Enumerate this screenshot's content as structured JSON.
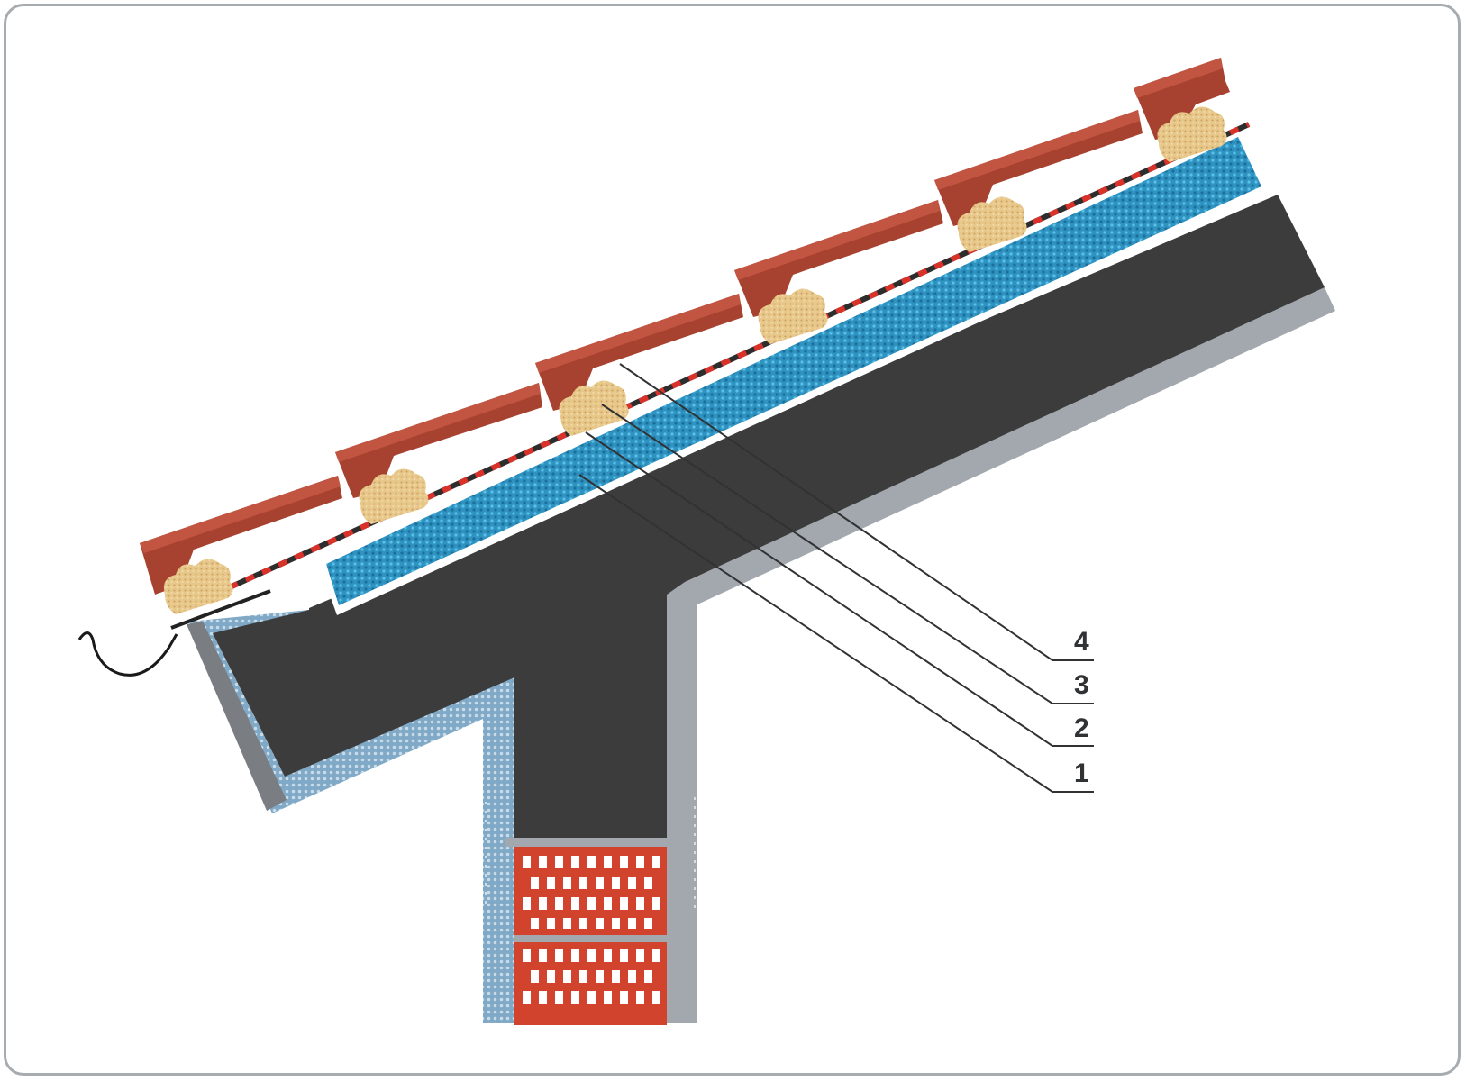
{
  "colors": {
    "frame": "#a7acb1",
    "tile": "#a84230",
    "tile_dark": "#8a3324",
    "batten": "#e9c98d",
    "membrane_red": "#d8322b",
    "membrane_dark": "#2d2d2d",
    "insulation": "#2f93c2",
    "core": "#3c3c3c",
    "plaster": "#a2a8ae",
    "plaster_dotted": "#6fa0c0",
    "brick": "#d2432e",
    "leader": "#303234"
  },
  "icons": {
    "gutter": "hook-gutter-icon",
    "tiles": "roof-tile-row",
    "bricks": "brick-wall-block"
  },
  "callouts": [
    {
      "label": "4"
    },
    {
      "label": "3"
    },
    {
      "label": "2"
    },
    {
      "label": "1"
    }
  ]
}
